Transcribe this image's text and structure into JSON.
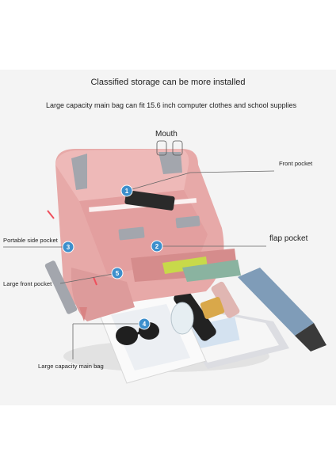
{
  "header": {
    "line1": "Classified storage can be more installed",
    "line2": "Large capacity main bag can fit 15.6 inch computer clothes and school supplies"
  },
  "labels": {
    "mouth": "Mouth",
    "front_pocket": "Front pocket",
    "flap_pocket": "flap pocket",
    "portable_side_pocket": "Portable side pocket",
    "large_front_pocket": "Large front pocket",
    "large_capacity_main_bag": "Large capacity main bag"
  },
  "markers": [
    "1",
    "2",
    "3",
    "4",
    "5"
  ],
  "colors": {
    "bag_pink": "#e7a9a8",
    "strap_gray": "#a3a6ad",
    "marker_blue": "#3d8fcc",
    "background": "#f4f4f4"
  }
}
